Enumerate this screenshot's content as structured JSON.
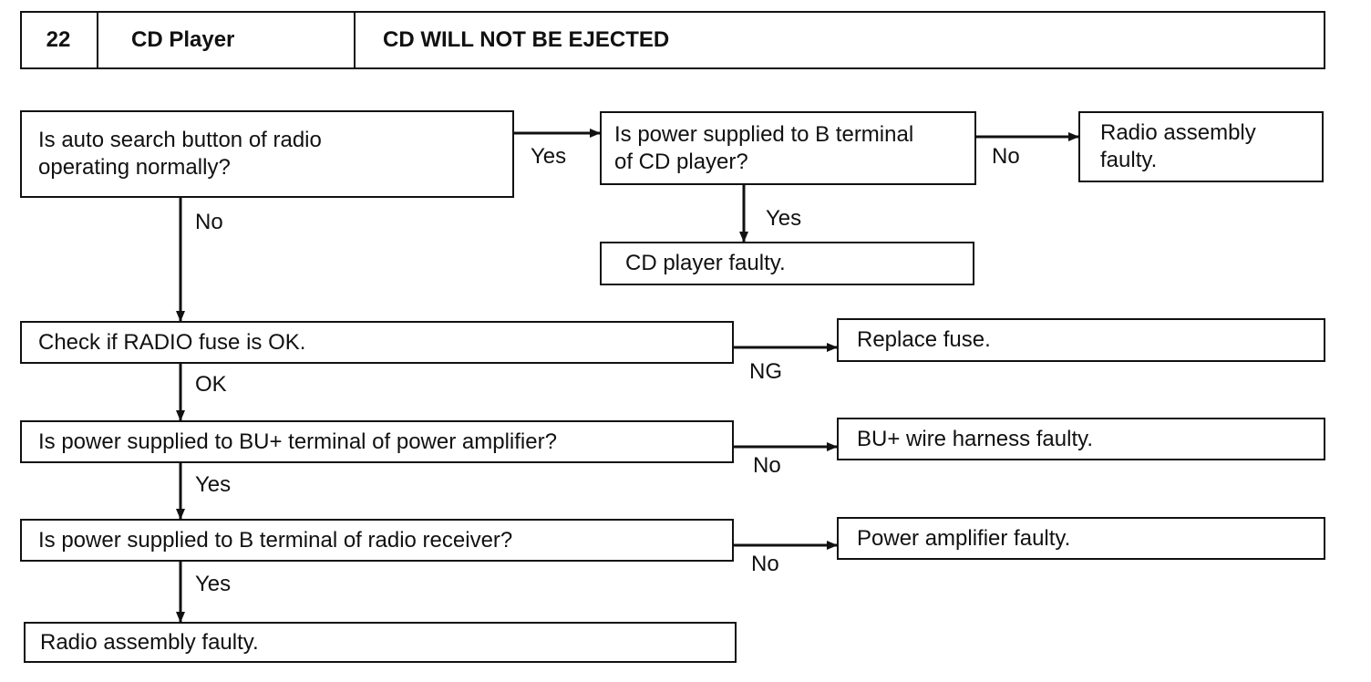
{
  "header": {
    "number": "22",
    "section": "CD Player",
    "title": "CD WILL NOT BE EJECTED"
  },
  "boxes": {
    "q_auto_search": "Is auto search button of radio\noperating normally?",
    "q_b_cd": "Is power supplied to B terminal\nof CD player?",
    "r_radio_1": "Radio assembly\nfaulty.",
    "r_cd_faulty": "CD player faulty.",
    "c_fuse": "Check if RADIO fuse is OK.",
    "r_replace_fuse": "Replace fuse.",
    "q_bu_amp": "Is power supplied to BU+ terminal of power amplifier?",
    "r_bu_harness": "BU+ wire harness faulty.",
    "q_b_radio": "Is power supplied to B terminal of radio receiver?",
    "r_amp_faulty": "Power amplifier faulty.",
    "r_radio_2": "Radio assembly faulty."
  },
  "labels": {
    "auto_yes": "Yes",
    "auto_no": "No",
    "bcd_no": "No",
    "bcd_yes": "Yes",
    "fuse_ok": "OK",
    "fuse_ng": "NG",
    "bu_no": "No",
    "bu_yes": "Yes",
    "br_no": "No",
    "br_yes": "Yes"
  }
}
